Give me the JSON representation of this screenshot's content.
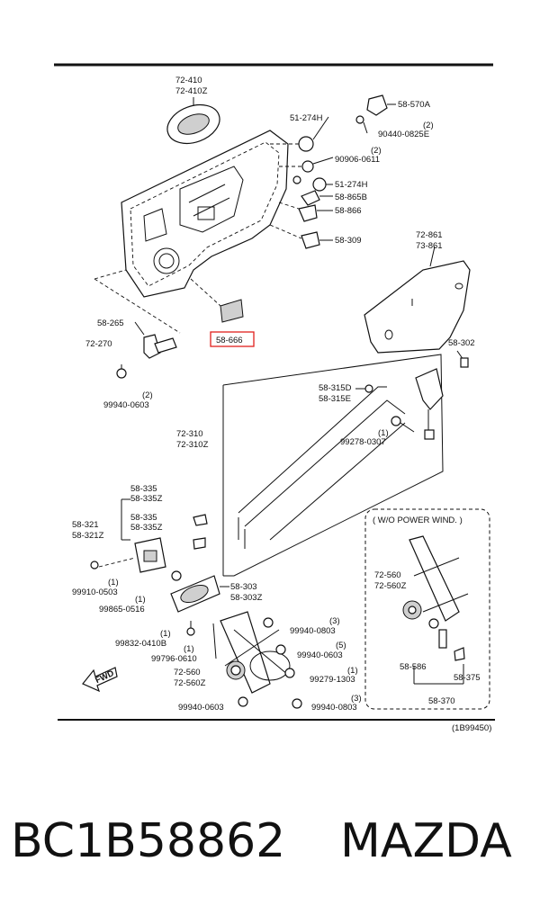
{
  "labels": {
    "l72410": "72-410",
    "l72410z": "72-410Z",
    "l51274h_a": "51-274H",
    "l58570a": "58-570A",
    "l2a": "(2)",
    "l90440": "90440-0825E",
    "l2b": "(2)",
    "l90906": "90906-0611",
    "l51274h_b": "51-274H",
    "l58865b": "58-865B",
    "l58866": "58-866",
    "l58309": "58-309",
    "l72861": "72-861",
    "l73861": "73-861",
    "l58265": "58-265",
    "l72270": "72-270",
    "l58666": "58-666",
    "l2c": "(2)",
    "l99940a": "99940-0603",
    "l58302": "58-302",
    "l58315d": "58-315D",
    "l58315e": "58-315E",
    "l1a": "(1)",
    "l99278": "99278-0307",
    "l72310": "72-310",
    "l72310z": "72-310Z",
    "l58335a": "58-335",
    "l58335za": "58-335Z",
    "l58335b": "58-335",
    "l58335zb": "58-335Z",
    "l58321": "58-321",
    "l58321z": "58-321Z",
    "l1b": "(1)",
    "l99910": "99910-0503",
    "l1c": "(1)",
    "l99865": "99865-0516",
    "l58303": "58-303",
    "l58303z": "58-303Z",
    "l1d": "(1)",
    "l99832": "99832-0410B",
    "l3a": "(3)",
    "l99940b": "99940-0803",
    "l5": "(5)",
    "l99940c": "99940-0603",
    "l1e": "(1)",
    "l99796": "99796-0610",
    "l1f": "(1)",
    "l99279": "99279-1303",
    "l72560a": "72-560",
    "l72560za": "72-560Z",
    "l3b": "(3)",
    "l99940d": "99940-0603",
    "l99940e": "99940-0803",
    "wo_power": "( W/O POWER WIND. )",
    "l72560b": "72-560",
    "l72560zb": "72-560Z",
    "l58586": "58-586",
    "l58375": "58-375",
    "l58370": "58-370",
    "fwd": "FWD",
    "ref": "(1B99450)"
  },
  "highlight_color": "#e0201c",
  "footer": {
    "part_number": "BC1B58862",
    "brand": "MAZDA"
  }
}
